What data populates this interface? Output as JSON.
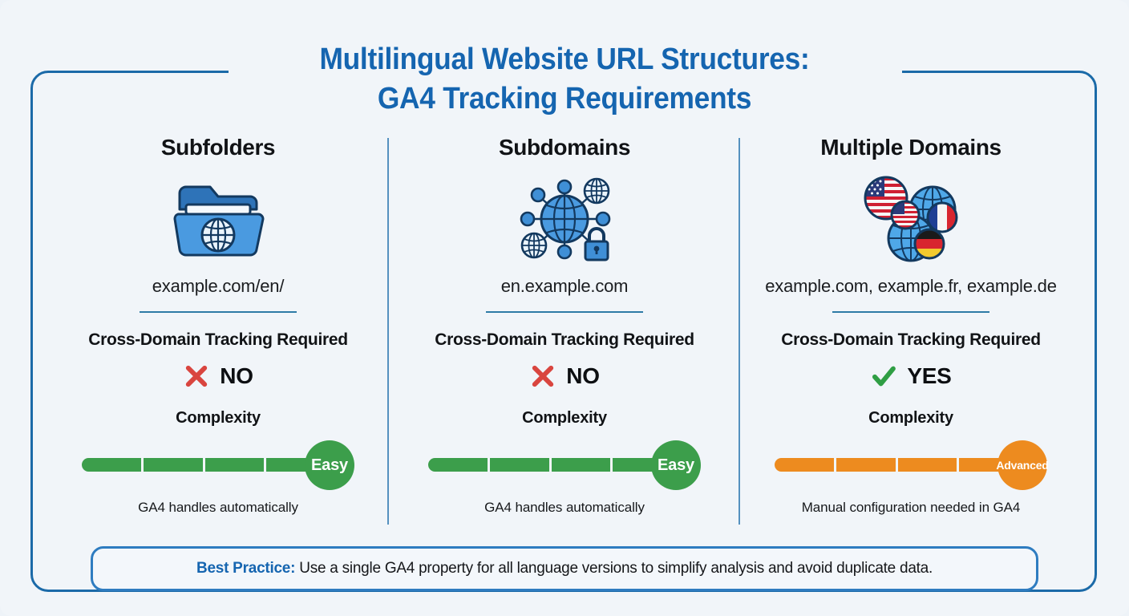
{
  "title": {
    "line1": "Multilingual Website URL Structures:",
    "line2": "GA4 Tracking Requirements",
    "color": "#1565b0"
  },
  "labels": {
    "requirement_label": "Cross-Domain Tracking Required",
    "complexity_label": "Complexity"
  },
  "columns": [
    {
      "heading": "Subfolders",
      "icon": "folder-globe-icon",
      "url": "example.com/en/",
      "requirement_label": "Cross-Domain Tracking Required",
      "verdict": "NO",
      "verdict_mark": "cross-mark-icon",
      "verdict_color": "#d9453f",
      "complexity_label": "Complexity",
      "complexity_badge": "Easy",
      "complexity_color": "#3c9e4b",
      "complexity_segments": 4,
      "note": "GA4 handles automatically"
    },
    {
      "heading": "Subdomains",
      "icon": "network-globe-lock-icon",
      "url": "en.example.com",
      "requirement_label": "Cross-Domain Tracking Required",
      "verdict": "NO",
      "verdict_mark": "cross-mark-icon",
      "verdict_color": "#d9453f",
      "complexity_label": "Complexity",
      "complexity_badge": "Easy",
      "complexity_color": "#3c9e4b",
      "complexity_segments": 4,
      "note": "GA4 handles automatically"
    },
    {
      "heading": "Multiple Domains",
      "icon": "globes-flags-icon",
      "url": "example.com, example.fr, example.de",
      "requirement_label": "Cross-Domain Tracking Required",
      "verdict": "YES",
      "verdict_mark": "check-mark-icon",
      "verdict_color": "#2f9e44",
      "complexity_label": "Complexity",
      "complexity_badge": "Advanced",
      "complexity_color": "#ed8b1f",
      "complexity_segments": 4,
      "note": "Manual configuration needed in GA4"
    }
  ],
  "footer": {
    "label": "Best Practice:",
    "text": " Use a single GA4 property for all language versions to simplify analysis and avoid duplicate data.",
    "label_color": "#1565b0"
  },
  "theme": {
    "background": "#f1f5f9",
    "frame_border": "#1b6aa8",
    "divider": "#3a7fb5",
    "url_rule": "#2e7ba6"
  }
}
